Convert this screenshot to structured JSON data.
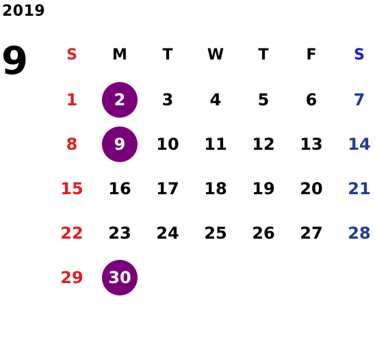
{
  "calendar": {
    "year": "2019",
    "month": "9",
    "weekdays": [
      {
        "label": "S",
        "color": "#e02020"
      },
      {
        "label": "M",
        "color": "#000000"
      },
      {
        "label": "T",
        "color": "#000000"
      },
      {
        "label": "W",
        "color": "#000000"
      },
      {
        "label": "T",
        "color": "#000000"
      },
      {
        "label": "F",
        "color": "#000000"
      },
      {
        "label": "S",
        "color": "#1a1acc"
      }
    ],
    "weeks": [
      [
        "1",
        "2",
        "3",
        "4",
        "5",
        "6",
        "7"
      ],
      [
        "8",
        "9",
        "10",
        "11",
        "12",
        "13",
        "14"
      ],
      [
        "15",
        "16",
        "17",
        "18",
        "19",
        "20",
        "21"
      ],
      [
        "22",
        "23",
        "24",
        "25",
        "26",
        "27",
        "28"
      ],
      [
        "29",
        "30",
        "",
        "",
        "",
        "",
        ""
      ]
    ],
    "highlighted_days": [
      "2",
      "9",
      "30"
    ],
    "colors": {
      "sunday": "#e02020",
      "saturday": "#1f3e9c",
      "weekday": "#000000",
      "highlight": "#7a007a"
    }
  }
}
